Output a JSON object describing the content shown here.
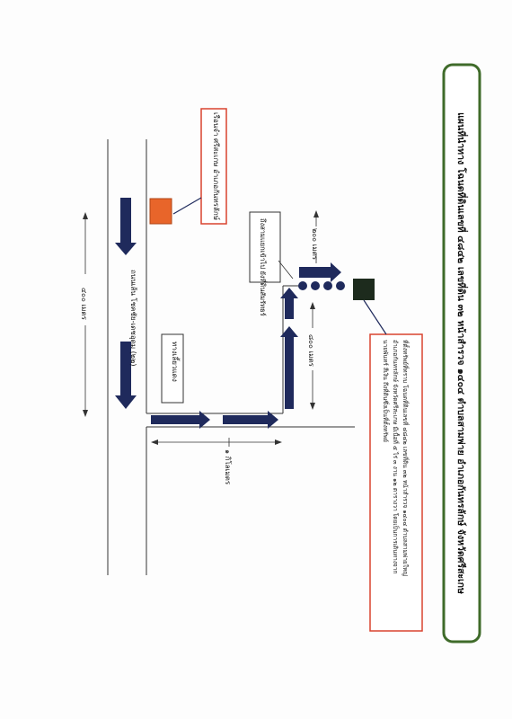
{
  "title": "แผนที่นำทาง โฉนดที่ดินเลขที่ ๔๘๔๒ เลขที่ดิน ๓๒ หน้าสำรวจ ๑๔๐๔ ตำบลสามพ่าย อำเภอกันทรลักษ์ จังหวัดศรีสะเกษ",
  "road_label": "ถนนเส้น โชคชัย-เดชอุดม (๒๒)",
  "landmark_label": "เรือนจำ ศรีสะเกษ อำเภอกันทรลักษ์",
  "turn_label": "ทางเลี้ยวแดง",
  "side_road_label": "ถึงสามแยกเข้าไป ยังที่ดินสัมรัทธร์",
  "dist_400": "๔๐๐ เมตร",
  "dist_200": "๒๐๐ เมตร",
  "dist_1km": "๑ กิโลเมตร",
  "dist_600": "๘๐๐ เมตร",
  "note_line1": "ที่ตั้งทรัพย์ที่ทราบ โฉนดที่ดินเลขที่ ๔๘๔๒ เลขที่ดิน ๓๒ หน้าสำรวจ ๑๔๐๔ ตำบลสามพ่ายใหญ่",
  "note_line2": "อำเภอกันทรลักษ์ จังหวัดศรีสะเกษ มีเนื้อที่ ๕ ไร่ ๓ งาน ๑๒ ตารางวา โดยเป็นการเดินทางจาก",
  "note_line3": "นายพันทร์ สีเงิน ถึงที่ดินซึ่งเป็นที่ตั้งทรัพย์",
  "colors": {
    "arrow": "#1f2a5c",
    "orange": "#e8652a",
    "red_border": "#d9432f",
    "title_border": "#3f6b2a",
    "target": "#1d2b1d"
  }
}
